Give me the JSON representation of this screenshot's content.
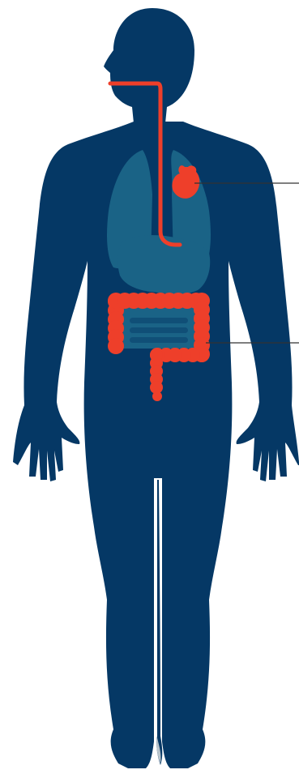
{
  "colors": {
    "background": "#ffffff",
    "body": "#053865",
    "organs_muted": "#1a6386",
    "highlight": "#ee3f2a",
    "leader_line": "#333333",
    "gap": "#b8c4cc"
  },
  "figure": {
    "subject": "human-body-silhouette",
    "highlighted_parts": [
      "esophagus",
      "heart",
      "large-intestine"
    ],
    "muted_parts": [
      "lungs",
      "stomach",
      "small-intestine"
    ],
    "callouts": [
      "heart",
      "large-intestine"
    ]
  }
}
